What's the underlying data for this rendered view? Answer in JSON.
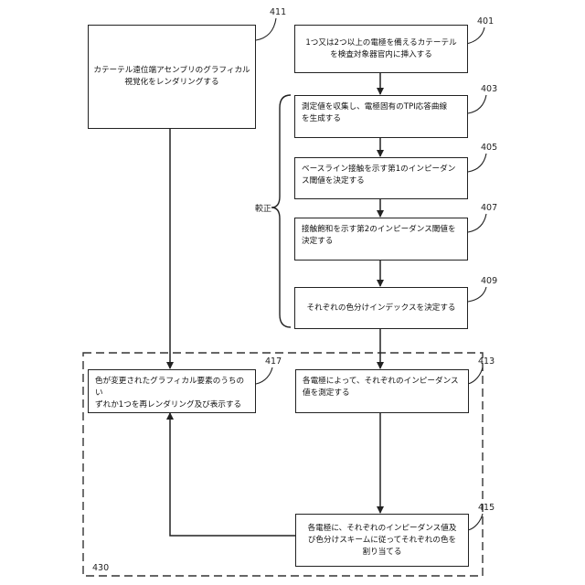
{
  "boxes": {
    "b411": "カテーテル遠位端アセンブリのグラフィカル視覚化をレンダリングする",
    "b401": "1つ又は2つ以上の電極を備えるカテーテル\nを検査対象器官内に挿入する",
    "b403": "測定値を収集し、電極固有のTPI応答曲線\nを生成する",
    "b405": "ベースライン接触を示す第1のインピーダン\nス閾値を決定する",
    "b407": "接触飽和を示す第2のインピーダンス閾値を\n決定する",
    "b409": "それぞれの色分けインデックスを決定する",
    "b417": "色が変更されたグラフィカル要素のうちのい\nずれか1つを再レンダリング及び表示する",
    "b413": "各電極によって、それぞれのインピーダンス\n値を測定する",
    "b415": "各電極に、それぞれのインピーダンス値及\nび色分けスキームに従ってそれぞれの色を\n割り当てる"
  },
  "refs": {
    "r411": "411",
    "r401": "401",
    "r403": "403",
    "r405": "405",
    "r407": "407",
    "r409": "409",
    "r417": "417",
    "r413": "413",
    "r415": "415",
    "r430": "430"
  },
  "calibration_label": "較正"
}
